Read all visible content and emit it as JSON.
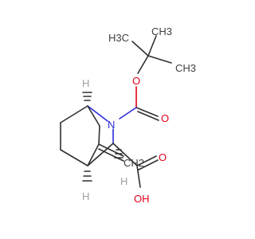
{
  "atoms": {
    "methyl_top": "CH3",
    "methyl_left": "H3C",
    "methyl_right": "CH3",
    "ester_o": "O",
    "carbonyl_o": "O",
    "nitrogen": "N",
    "h_top": "H",
    "h_bottom": "H",
    "h_center": "H",
    "methylene": "CH2",
    "acid_o": "O",
    "hydroxyl": "OH"
  },
  "colors": {
    "bond": "#303030",
    "oxygen": "#e0001b",
    "nitrogen": "#2b2bd9",
    "hydrogen": "#a0a0a0",
    "carbon_label": "#404040"
  }
}
